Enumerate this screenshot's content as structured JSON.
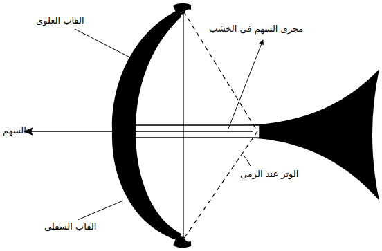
{
  "diagram": {
    "labels": [
      "القاب العلوى",
      "مجرى السهم فى الخشب",
      "السهم",
      "الوتر عند الرمى",
      "القاب السفلى"
    ]
  }
}
